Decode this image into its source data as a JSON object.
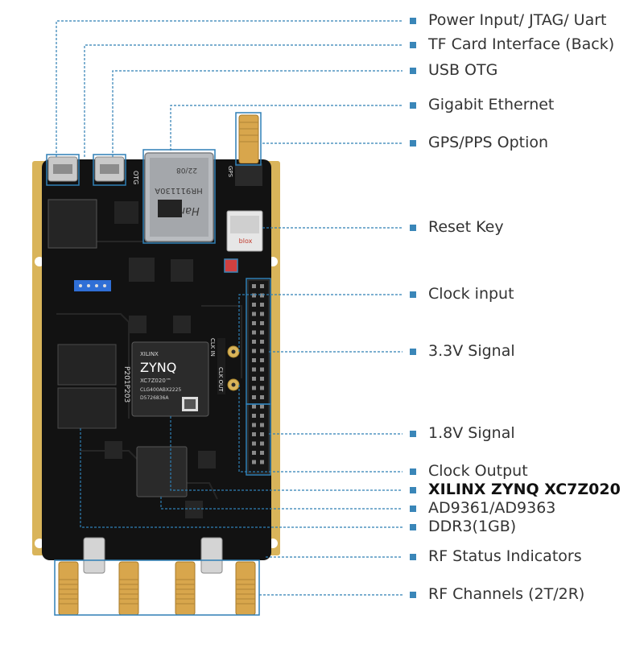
{
  "colors": {
    "callout_line": "#2f7fb5",
    "bullet": "#3a86b8",
    "pcb": "#121212",
    "gold_edge": "#d9b45a",
    "sma_gold": "#d8a64c"
  },
  "board": {
    "chips": {
      "zynq_brand": "XILINX",
      "zynq_name": "ZYNQ",
      "zynq_line1": "XC7Z020™",
      "zynq_line2": "CLG400ABX2225",
      "zynq_line3": "D5726836A",
      "ethernet_jack_top": "22/08",
      "ethernet_jack_model": "HR911130A",
      "ethernet_jack_brand": "HanRun",
      "gps_brand": "blox",
      "silk_board_name": "P201P203",
      "silk_otg": "OTG",
      "silk_clk_in": "CLK IN",
      "silk_clk_out": "CLK OUT",
      "silk_gps": "GPS"
    }
  },
  "callouts": [
    {
      "label": "Power Input/ JTAG/ Uart",
      "bold": false
    },
    {
      "label": "TF Card Interface (Back)",
      "bold": false
    },
    {
      "label": "USB OTG",
      "bold": false
    },
    {
      "label": "Gigabit Ethernet",
      "bold": false
    },
    {
      "label": "GPS/PPS Option",
      "bold": false
    },
    {
      "label": "Reset Key",
      "bold": false
    },
    {
      "label": "Clock input",
      "bold": false
    },
    {
      "label": "3.3V Signal",
      "bold": false
    },
    {
      "label": "1.8V Signal",
      "bold": false
    },
    {
      "label": "Clock Output",
      "bold": false
    },
    {
      "label": "XILINX ZYNQ XC7Z020",
      "bold": true
    },
    {
      "label": "AD9361/AD9363",
      "bold": false
    },
    {
      "label": "DDR3(1GB)",
      "bold": false
    },
    {
      "label": "RF Status Indicators",
      "bold": false
    },
    {
      "label": "RF Channels (2T/2R)",
      "bold": false
    }
  ]
}
